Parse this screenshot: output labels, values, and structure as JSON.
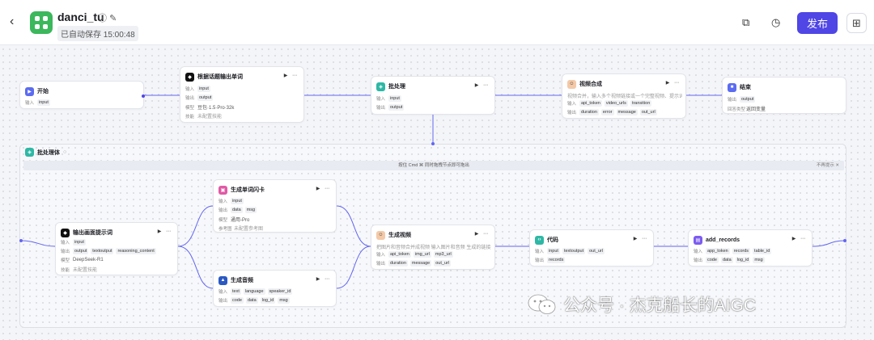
{
  "header": {
    "title": "danci_tu",
    "info_icon": "info-icon",
    "edit_icon": "edit-icon",
    "saved_text": "已自动保存 15:00:48",
    "publish_label": "发布",
    "accent": "#4f46e5"
  },
  "batch_group": {
    "title": "批处理体",
    "hint": "按住 Cmd ⌘ 同时拖拽节点即可拖出",
    "hint_close": "不再提示"
  },
  "nodes": {
    "start": {
      "title": "开始",
      "in_label": "输入",
      "vars": [
        "input"
      ]
    },
    "llm_words": {
      "title": "根据话题输出单词",
      "in_label": "输入",
      "in_vars": [
        "input"
      ],
      "out_label": "输出",
      "out_vars": [
        "output"
      ],
      "model_label": "模型",
      "model": "豆包·1.5·Pro·32k",
      "skill_label": "技能",
      "skill": "未配置技能"
    },
    "batch": {
      "title": "批处理",
      "in_label": "输入",
      "in_vars": [
        "input"
      ],
      "out_label": "输出",
      "out_vars": [
        "output"
      ]
    },
    "video_merge": {
      "title": "视频合成",
      "desc": "视频合并，输入多个视频链接或一个完整视频、提示词，请使…",
      "in_label": "输入",
      "in_vars": [
        "api_token",
        "video_urls",
        "transition"
      ],
      "out_label": "输出",
      "out_vars": [
        "duration",
        "error",
        "message",
        "out_url"
      ]
    },
    "end": {
      "title": "结束",
      "out_label": "输出",
      "out_vars": [
        "output"
      ],
      "type_label": "回答类型",
      "type": "返回变量"
    },
    "llm_scene": {
      "title": "输出画面提示词",
      "in_label": "输入",
      "in_vars": [
        "input"
      ],
      "out_label": "输出",
      "out_vars": [
        "output",
        "textoutput",
        "reasoning_content"
      ],
      "model_label": "模型",
      "model": "DeepSeek-R1",
      "skill_label": "技能",
      "skill": "未配置技能"
    },
    "flashcard": {
      "title": "生成单词闪卡",
      "in_label": "输入",
      "in_vars": [
        "input"
      ],
      "out_label": "输出",
      "out_vars": [
        "data",
        "msg"
      ],
      "model_label": "模型",
      "model": "通用-Pro",
      "ref_label": "参考图",
      "ref": "未配置参考图"
    },
    "audio": {
      "title": "生成音频",
      "in_label": "输入",
      "in_vars": [
        "text",
        "language",
        "speaker_id"
      ],
      "out_label": "输出",
      "out_vars": [
        "code",
        "data",
        "log_id",
        "msg"
      ]
    },
    "video_gen": {
      "title": "生成视频",
      "desc": "把图片和音频合并成视频 输入图片和音频 生成的链接是异步…",
      "in_label": "输入",
      "in_vars": [
        "api_token",
        "img_url",
        "mp3_url"
      ],
      "out_label": "输出",
      "out_vars": [
        "duration",
        "message",
        "out_url"
      ]
    },
    "code": {
      "title": "代码",
      "in_label": "输入",
      "in_vars": [
        "input",
        "textoutput",
        "out_url"
      ],
      "out_label": "输出",
      "out_vars": [
        "records"
      ]
    },
    "add_records": {
      "title": "add_records",
      "in_label": "输入",
      "in_vars": [
        "app_token",
        "records",
        "table_id"
      ],
      "out_label": "输出",
      "out_vars": [
        "code",
        "data",
        "log_id",
        "msg"
      ]
    }
  },
  "watermark": "公众号 · 杰克船长的AIGC"
}
